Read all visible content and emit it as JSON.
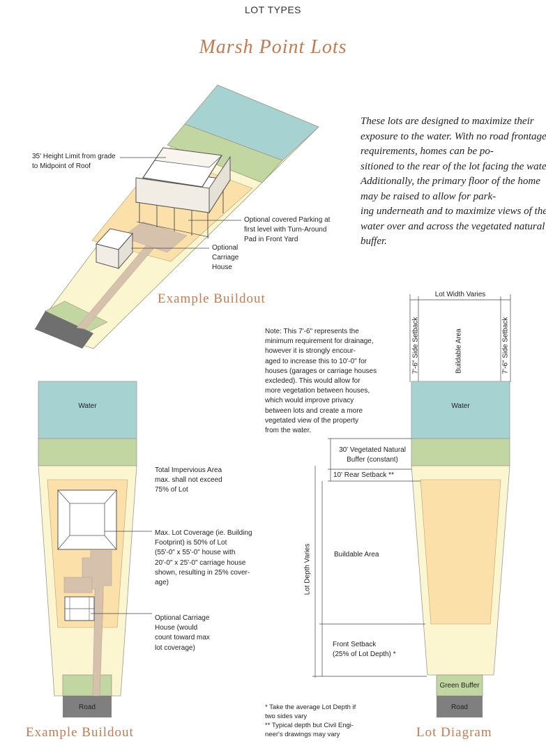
{
  "header": "LOT TYPES",
  "title": "Marsh Point Lots",
  "intro": "These lots are designed to maximize their exposure to the water. With no road frontage requirements, homes can be po-\nsitioned to the rear of the lot facing the water. Additionally, the primary floor of the home may be raised to allow for park-\ning underneath and to maximize views of the water over and across the vegetated natural buffer.",
  "iso": {
    "caption": "Example Buildout",
    "height_limit": "35' Height Limit from grade\nto Midpoint of Roof",
    "parking": "Optional covered Parking at\nfirst level with Turn-Around\nPad in Front Yard",
    "carriage": "Optional\nCarriage\nHouse"
  },
  "plan": {
    "caption": "Example Buildout",
    "water": "Water",
    "road": "Road",
    "impervious": "Total Impervious Area\nmax. shall not exceed\n75% of Lot",
    "coverage": "Max. Lot Coverage (ie. Building\nFootprint) is 50% of Lot\n(55'-0\" x 55'-0\" house with\n20'-0\" x 25'-0\" carriage house\nshown, resulting in 25% cover-\nage)",
    "carriage": "Optional Carriage\nHouse (would\ncount toward max\nlot coverage)"
  },
  "note": "Note: This 7'-6\" represents the\nminimum requirement for drainage,\nhowever it is strongly encour-\naged to increase this to 10'-0\" for\nhouses (garages or carriage houses\nexcleded). This would allow for\nmore vegetation between houses,\nwhich would improve privacy\nbetween lots and create a more\nvegetated view of the property\nfrom the water.",
  "diagram": {
    "caption": "Lot Diagram",
    "width_varies": "Lot Width Varies",
    "side_setback": "7'-6\" Side Setback",
    "buildable_vertical": "Buildable Area",
    "water": "Water",
    "vegetated_buffer": "30' Vegetated Natural\nBuffer (constant)",
    "rear_setback": "10' Rear Setback **",
    "depth_varies": "Lot Depth Varies",
    "buildable": "Buildable Area",
    "front_setback": "Front Setback\n(25% of Lot Depth) *",
    "green_buffer": "Green Buffer",
    "road": "Road"
  },
  "footnotes": "* Take the average Lot Depth if\ntwo sides vary\n** Typical depth but Civil Engi-\nneer's drawings may vary",
  "colors": {
    "water": "#a6d3d2",
    "green": "#c1d6a1",
    "cream": "#fbf6cf",
    "buildable": "#fbe0a9",
    "road": "#7f7f7f",
    "path": "#d6c1ad",
    "accent": "#c77a4e"
  }
}
